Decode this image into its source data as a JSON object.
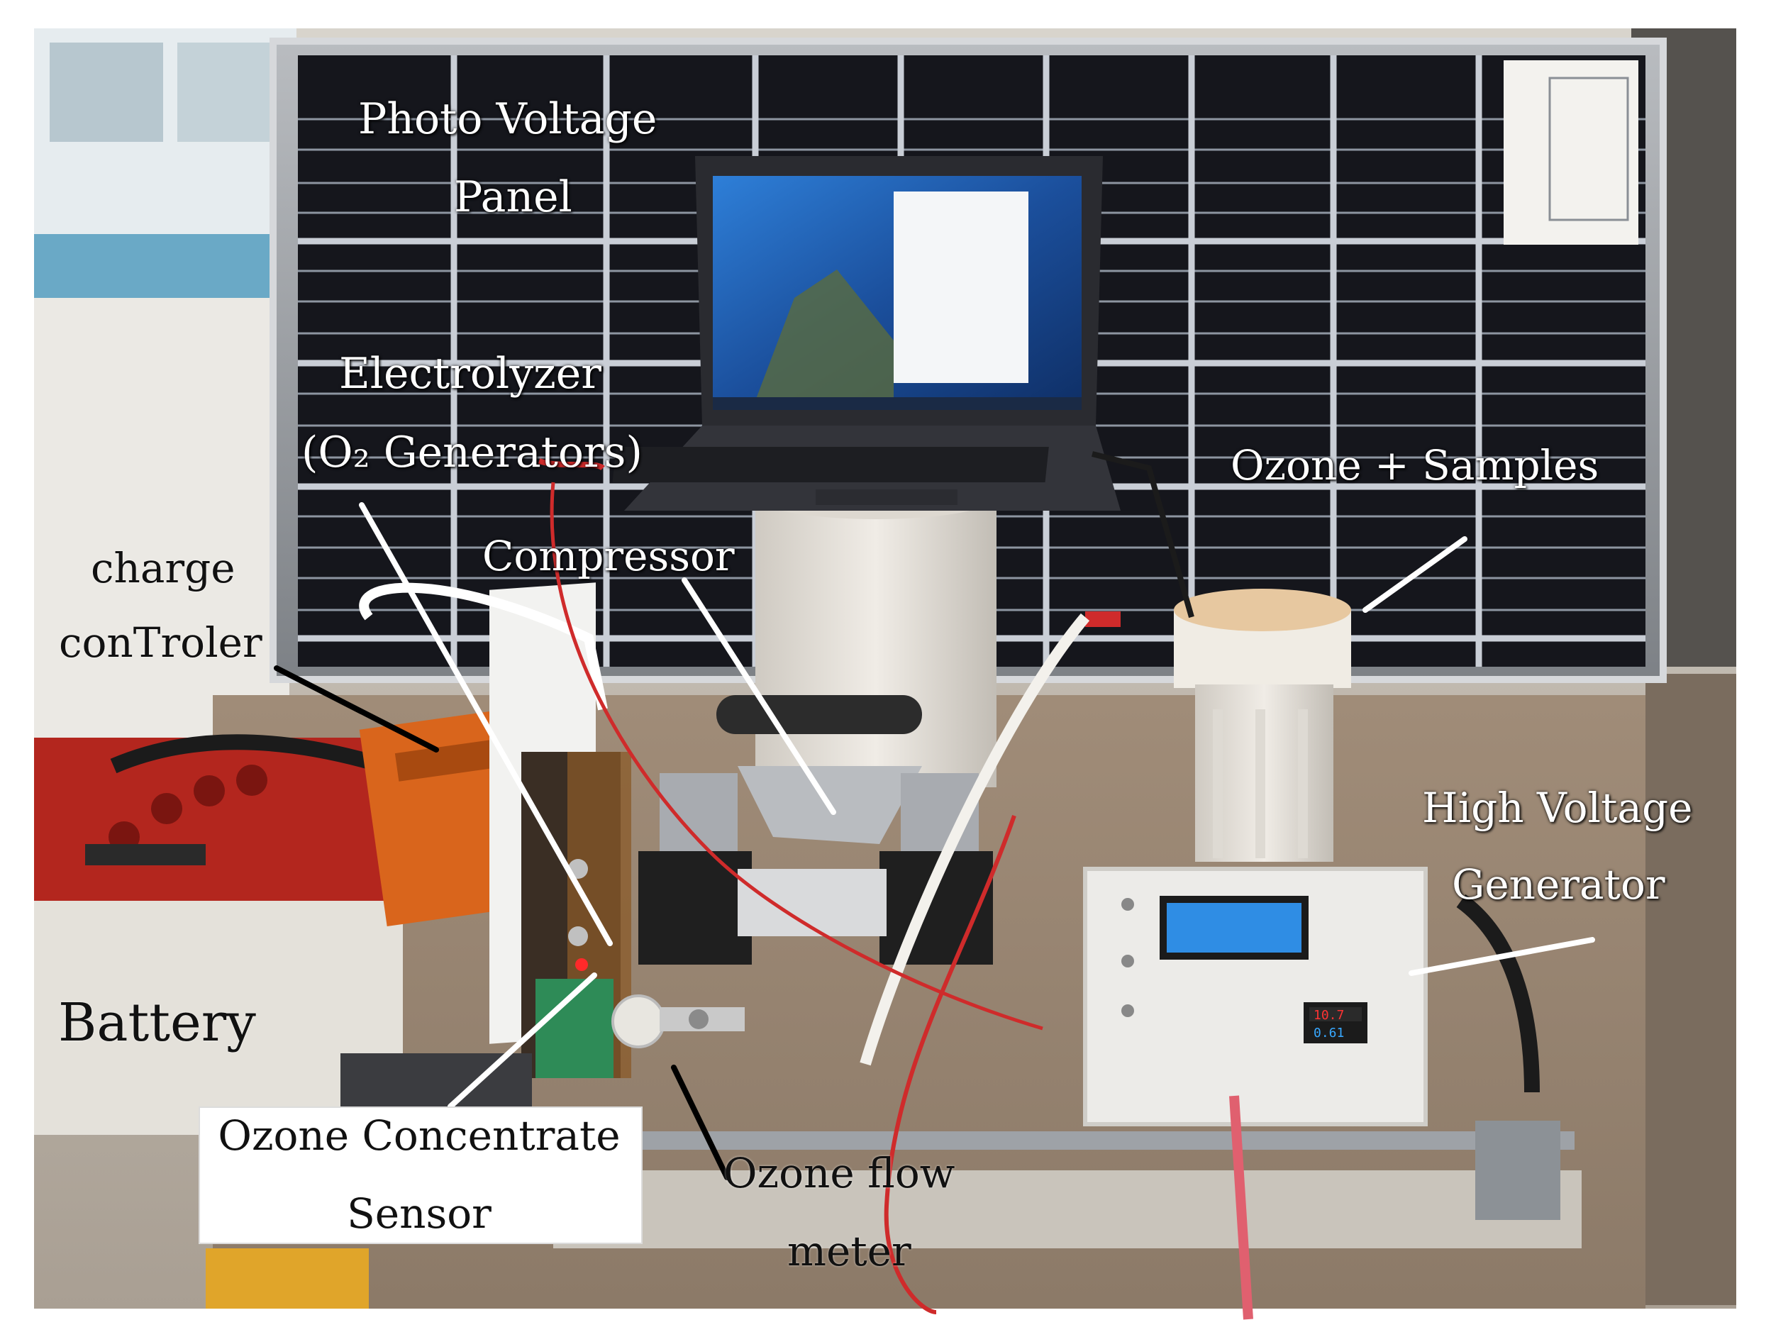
{
  "labels": {
    "pv_line1": "Photo Voltage",
    "pv_line2": "Panel",
    "electrolyzer_line1": "Electrolyzer",
    "electrolyzer_line2": "(O₂ Generators)",
    "ozone_samples": "Ozone + Samples",
    "compressor": "Compressor",
    "charge_line1": "charge",
    "charge_line2": "conTroler",
    "hv_line1": "High Voltage",
    "hv_line2": "Generator",
    "battery": "Battery",
    "sensor_line1": "Ozone Concentrate",
    "sensor_line2": "Sensor",
    "flow_line1": "Ozone flow",
    "flow_line2": "meter"
  },
  "colors": {
    "panel": "#15161c",
    "cell_grid": "#9aa3b0",
    "frame": "#c9ccd1",
    "laptop_screen": "#1f5fbf",
    "white_device": "#e8e6df",
    "battery_red": "#b3261e",
    "controller_orange": "#d9651c",
    "wire_red": "#cf2b2b",
    "sensor_green": "#2e8b57",
    "pointer_white": "#ffffff",
    "pointer_black": "#000000"
  }
}
